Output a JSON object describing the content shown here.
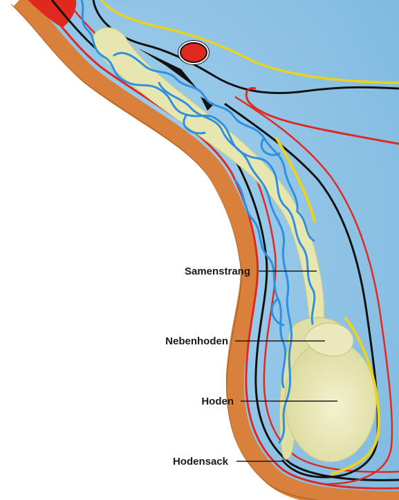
{
  "labels": {
    "samenstrang": "Samenstrang",
    "nebenhoden": "Nebenhoden",
    "hoden": "Hoden",
    "hodensack": "Hodensack"
  },
  "colors": {
    "background_blue": "#8fc4e6",
    "scrotal_skin_orange": "#d9803a",
    "tunica_red": "#e0281e",
    "fascia_black": "#111111",
    "vessel_blue": "#2f8fe0",
    "tissue_cream": "#e6e6b0",
    "yellow_line": "#ecd21c",
    "leader_line": "#1a1a1a"
  }
}
